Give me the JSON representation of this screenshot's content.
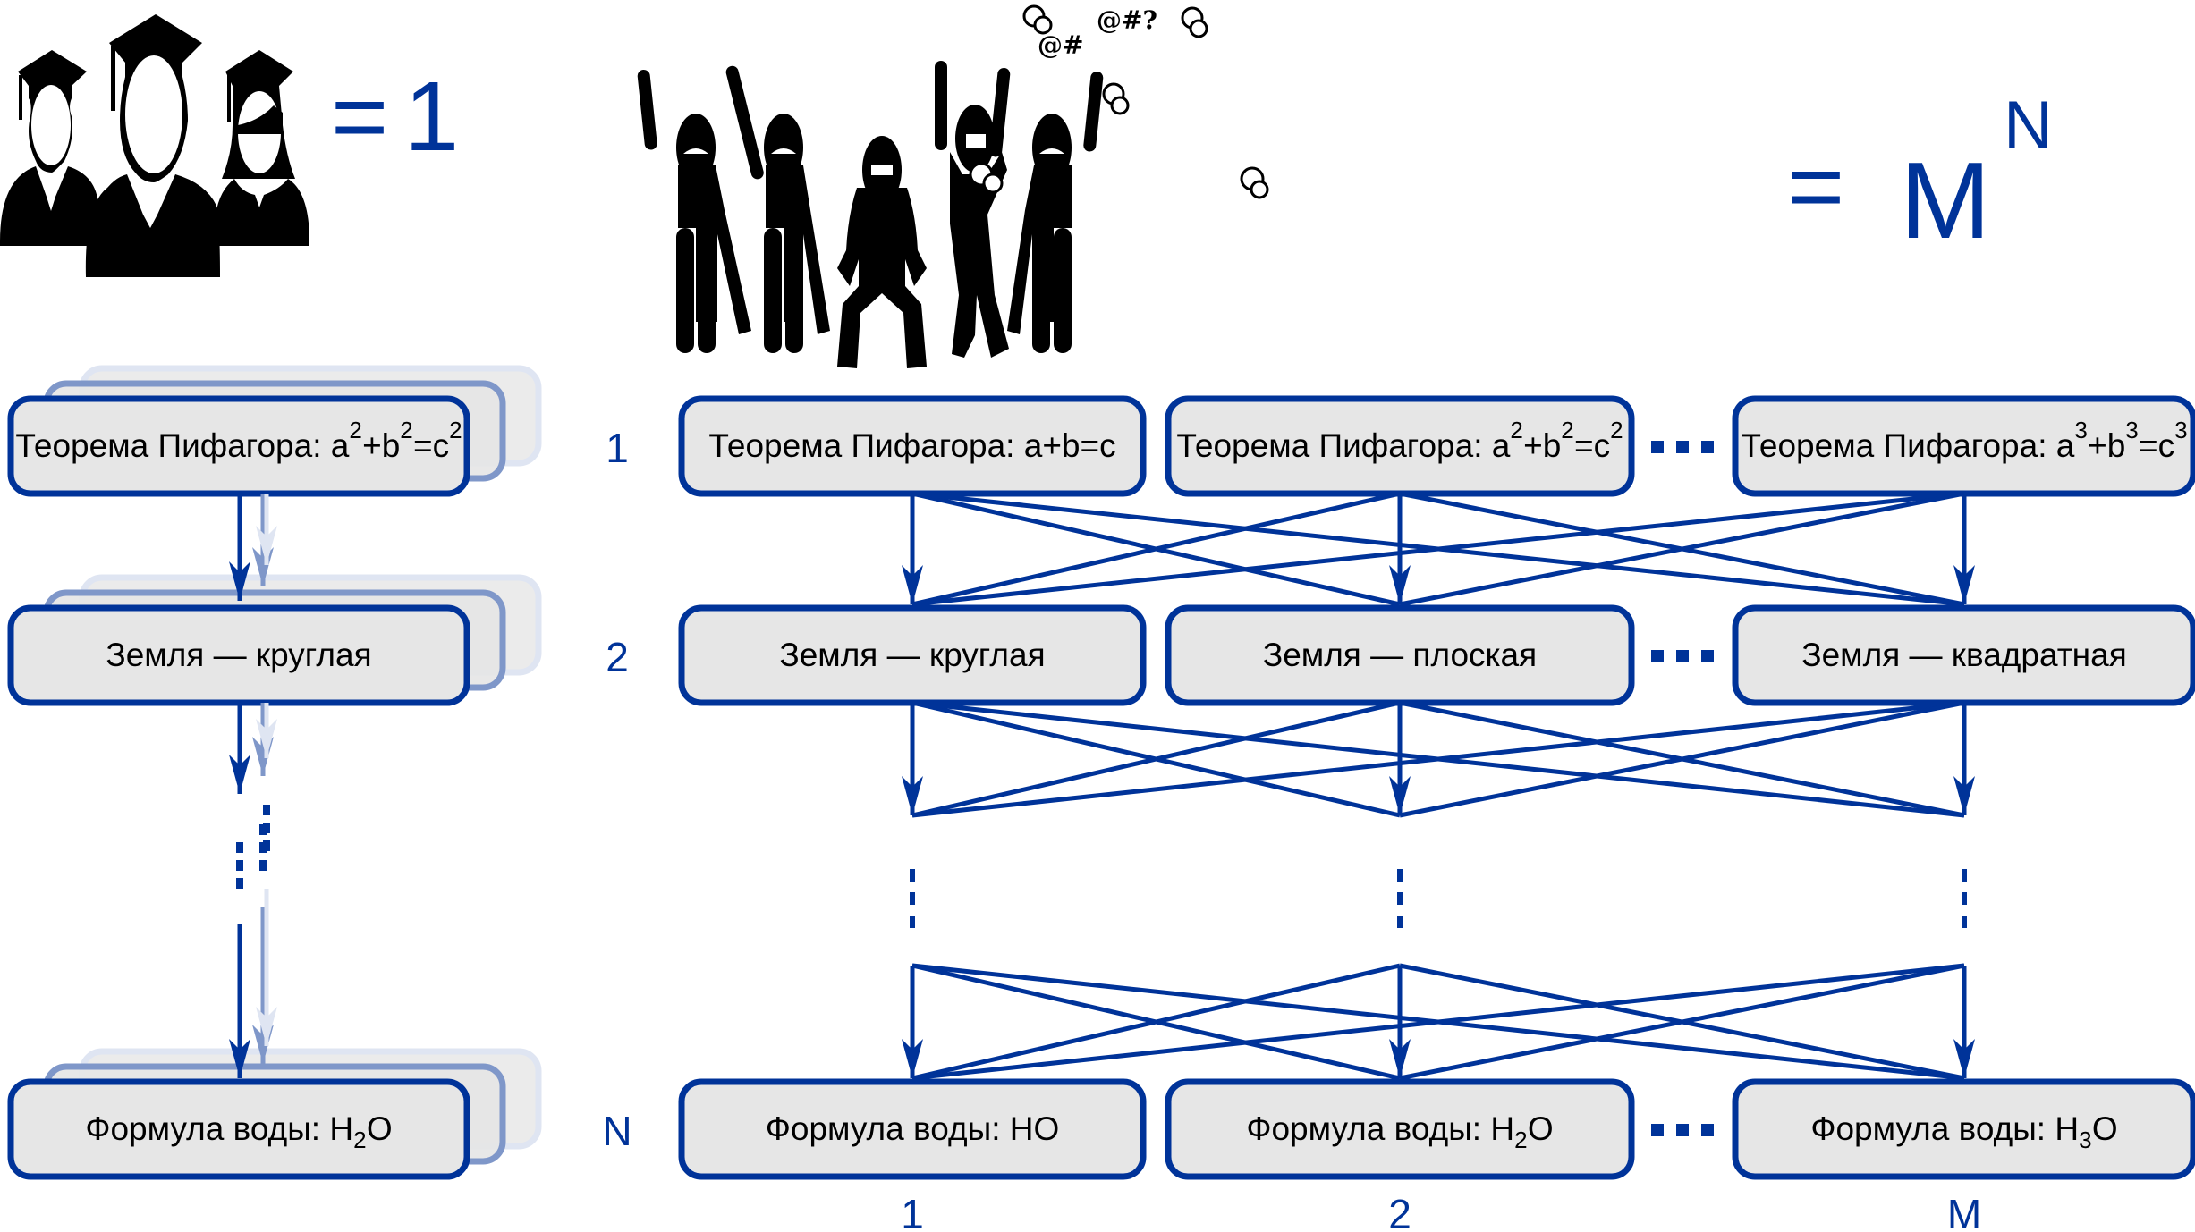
{
  "colors": {
    "accent": "#003399",
    "accent_mid": "#7f97c9",
    "accent_light": "#dfe5f2",
    "box_fill": "#e6e6e6",
    "text": "#000000"
  },
  "left": {
    "equation": {
      "equals": "=",
      "value": "1"
    },
    "icon": "graduates-group-icon",
    "boxes": [
      {
        "row": "1",
        "text": "Теорема Пифагора: ",
        "formula": [
          [
            "a",
            "2"
          ],
          [
            "+b",
            "2"
          ],
          [
            "=c",
            "2"
          ]
        ]
      },
      {
        "row": "2",
        "text": "Земля — круглая",
        "formula": []
      },
      {
        "row": "N",
        "text": "Формула воды: ",
        "formula_sub": [
          [
            "H",
            "2"
          ],
          [
            "O",
            ""
          ]
        ]
      }
    ]
  },
  "row_labels": [
    "1",
    "2",
    "N"
  ],
  "right": {
    "equation": {
      "equals": "=",
      "base": "M",
      "exponent": "N"
    },
    "icon": "angry-crowd-icon",
    "crowd_exclamations": [
      "@#",
      "@#?"
    ],
    "columns": [
      {
        "label": "1",
        "row1": {
          "text": "Теорема Пифагора: a+b=c",
          "formula": []
        },
        "row2": {
          "text": "Земля — круглая"
        },
        "rowN": {
          "text": "Формула воды: HO",
          "formula_sub": []
        }
      },
      {
        "label": "2",
        "row1": {
          "text": "Теорема Пифагора: ",
          "formula": [
            [
              "a",
              "2"
            ],
            [
              "+b",
              "2"
            ],
            [
              "=c",
              "2"
            ]
          ]
        },
        "row2": {
          "text": "Земля — плоская"
        },
        "rowN": {
          "text": "Формула воды: ",
          "formula_sub": [
            [
              "H",
              "2"
            ],
            [
              "O",
              ""
            ]
          ]
        }
      },
      {
        "label": "M",
        "row1": {
          "text": "Теорема Пифагора: ",
          "formula": [
            [
              "a",
              "3"
            ],
            [
              "+b",
              "3"
            ],
            [
              "=c",
              "3"
            ]
          ]
        },
        "row2": {
          "text": "Земля — квадратная"
        },
        "rowN": {
          "text": "Формула воды: ",
          "formula_sub": [
            [
              "H",
              "3"
            ],
            [
              "O",
              ""
            ]
          ]
        }
      }
    ],
    "ellipsis": "…"
  }
}
